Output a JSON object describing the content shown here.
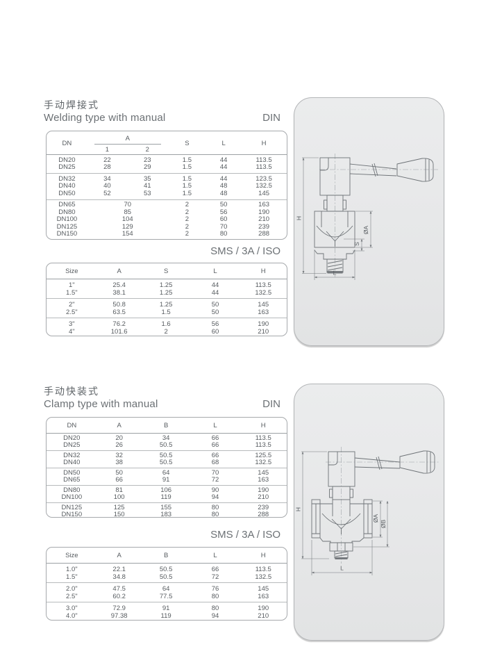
{
  "section_welding": {
    "title_zh": "手动焊接式",
    "title_en": "Welding type with manual",
    "standard_label": "DIN",
    "din_table": {
      "headers": {
        "dn": "DN",
        "a": "A",
        "a1": "1",
        "a2": "2",
        "s": "S",
        "l": "L",
        "h": "H"
      },
      "groups": [
        {
          "rows": [
            [
              "DN20",
              "22",
              "23",
              "1.5",
              "44",
              "113.5"
            ],
            [
              "DN25",
              "28",
              "29",
              "1.5",
              "44",
              "113.5"
            ]
          ]
        },
        {
          "rows": [
            [
              "DN32",
              "34",
              "35",
              "1.5",
              "44",
              "123.5"
            ],
            [
              "DN40",
              "40",
              "41",
              "1.5",
              "48",
              "132.5"
            ],
            [
              "DN50",
              "52",
              "53",
              "1.5",
              "48",
              "145"
            ]
          ]
        },
        {
          "rows": [
            [
              "DN65",
              "70",
              "2",
              "50",
              "163"
            ],
            [
              "DN80",
              "85",
              "2",
              "56",
              "190"
            ],
            [
              "DN100",
              "104",
              "2",
              "60",
              "210"
            ],
            [
              "DN125",
              "129",
              "2",
              "70",
              "239"
            ],
            [
              "DN150",
              "154",
              "2",
              "80",
              "288"
            ]
          ]
        }
      ]
    },
    "sms_label": "SMS / 3A / ISO",
    "sms_table": {
      "headers": [
        "Size",
        "A",
        "S",
        "L",
        "H"
      ],
      "groups": [
        {
          "rows": [
            [
              "1\"",
              "25.4",
              "1.25",
              "44",
              "113.5"
            ],
            [
              "1.5\"",
              "38.1",
              "1.25",
              "44",
              "132.5"
            ]
          ]
        },
        {
          "rows": [
            [
              "2\"",
              "50.8",
              "1.25",
              "50",
              "145"
            ],
            [
              "2.5\"",
              "63.5",
              "1.5",
              "50",
              "163"
            ]
          ]
        },
        {
          "rows": [
            [
              "3\"",
              "76.2",
              "1.6",
              "56",
              "190"
            ],
            [
              "4\"",
              "101.6",
              "2",
              "60",
              "210"
            ]
          ]
        }
      ]
    },
    "drawing_labels": {
      "h": "H",
      "da": "ØA",
      "s": "S",
      "l": "L"
    }
  },
  "section_clamp": {
    "title_zh": "手动快装式",
    "title_en": "Clamp type with manual",
    "standard_label": "DIN",
    "din_table": {
      "headers": [
        "DN",
        "A",
        "B",
        "L",
        "H"
      ],
      "groups": [
        {
          "rows": [
            [
              "DN20",
              "20",
              "34",
              "66",
              "113.5"
            ],
            [
              "DN25",
              "26",
              "50.5",
              "66",
              "113.5"
            ]
          ]
        },
        {
          "rows": [
            [
              "DN32",
              "32",
              "50.5",
              "66",
              "125.5"
            ],
            [
              "DN40",
              "38",
              "50.5",
              "68",
              "132.5"
            ]
          ]
        },
        {
          "rows": [
            [
              "DN50",
              "50",
              "64",
              "70",
              "145"
            ],
            [
              "DN65",
              "66",
              "91",
              "72",
              "163"
            ]
          ]
        },
        {
          "rows": [
            [
              "DN80",
              "81",
              "106",
              "90",
              "190"
            ],
            [
              "DN100",
              "100",
              "119",
              "94",
              "210"
            ]
          ]
        },
        {
          "rows": [
            [
              "DN125",
              "125",
              "155",
              "80",
              "239"
            ],
            [
              "DN150",
              "150",
              "183",
              "80",
              "288"
            ]
          ]
        }
      ]
    },
    "sms_label": "SMS / 3A / ISO",
    "sms_table": {
      "headers": [
        "Size",
        "A",
        "B",
        "L",
        "H"
      ],
      "groups": [
        {
          "rows": [
            [
              "1.0\"",
              "22.1",
              "50.5",
              "66",
              "113.5"
            ],
            [
              "1.5\"",
              "34.8",
              "50.5",
              "72",
              "132.5"
            ]
          ]
        },
        {
          "rows": [
            [
              "2.0\"",
              "47.5",
              "64",
              "76",
              "145"
            ],
            [
              "2.5\"",
              "60.2",
              "77.5",
              "80",
              "163"
            ]
          ]
        },
        {
          "rows": [
            [
              "3.0\"",
              "72.9",
              "91",
              "80",
              "190"
            ],
            [
              "4.0\"",
              "97.38",
              "119",
              "94",
              "210"
            ]
          ]
        }
      ]
    },
    "drawing_labels": {
      "h": "H",
      "da": "ØA",
      "db": "ØB",
      "l": "L"
    }
  }
}
